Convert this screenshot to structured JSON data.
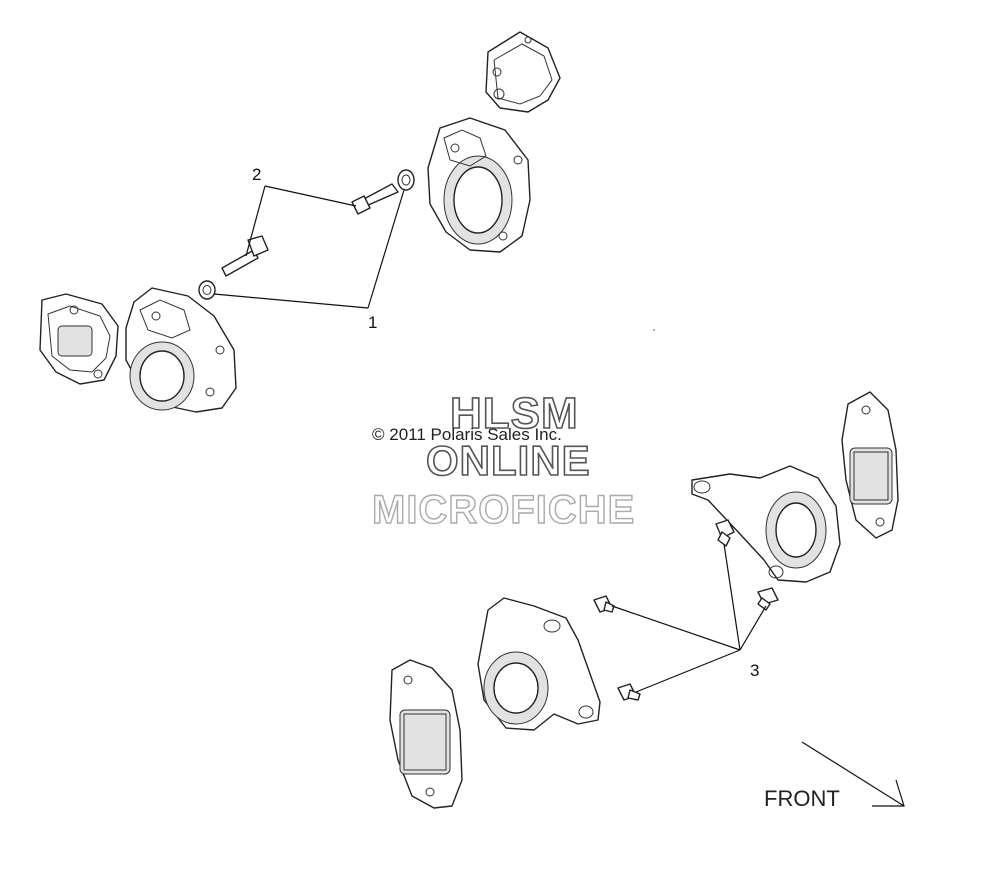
{
  "callouts": [
    {
      "id": "1",
      "label": "1"
    },
    {
      "id": "2",
      "label": "2"
    },
    {
      "id": "3",
      "label": "3"
    }
  ],
  "watermark": {
    "line1": "HLSM",
    "line2": "ONLINE",
    "line3": "MICROFICHE"
  },
  "copyright": "© 2011 Polaris Sales Inc.",
  "direction": {
    "label": "FRONT"
  }
}
